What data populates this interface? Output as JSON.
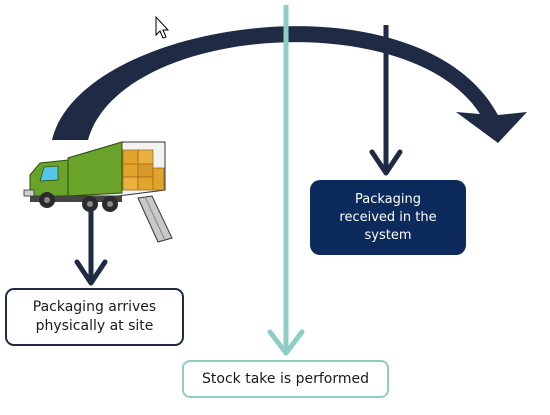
{
  "nodes": {
    "arrives": {
      "label": "Packaging arrives\nphysically at site"
    },
    "system": {
      "label": "Packaging\nreceived in the\nsystem"
    },
    "stock": {
      "label": "Stock take is performed"
    }
  },
  "colors": {
    "arc": "#1f2a44",
    "teal": "#8ecdc5",
    "system_box": "#0d2a5c",
    "truck_green": "#6aa32a",
    "box_orange": "#e3a42c"
  },
  "icons": [
    "truck-icon",
    "cursor-icon"
  ]
}
